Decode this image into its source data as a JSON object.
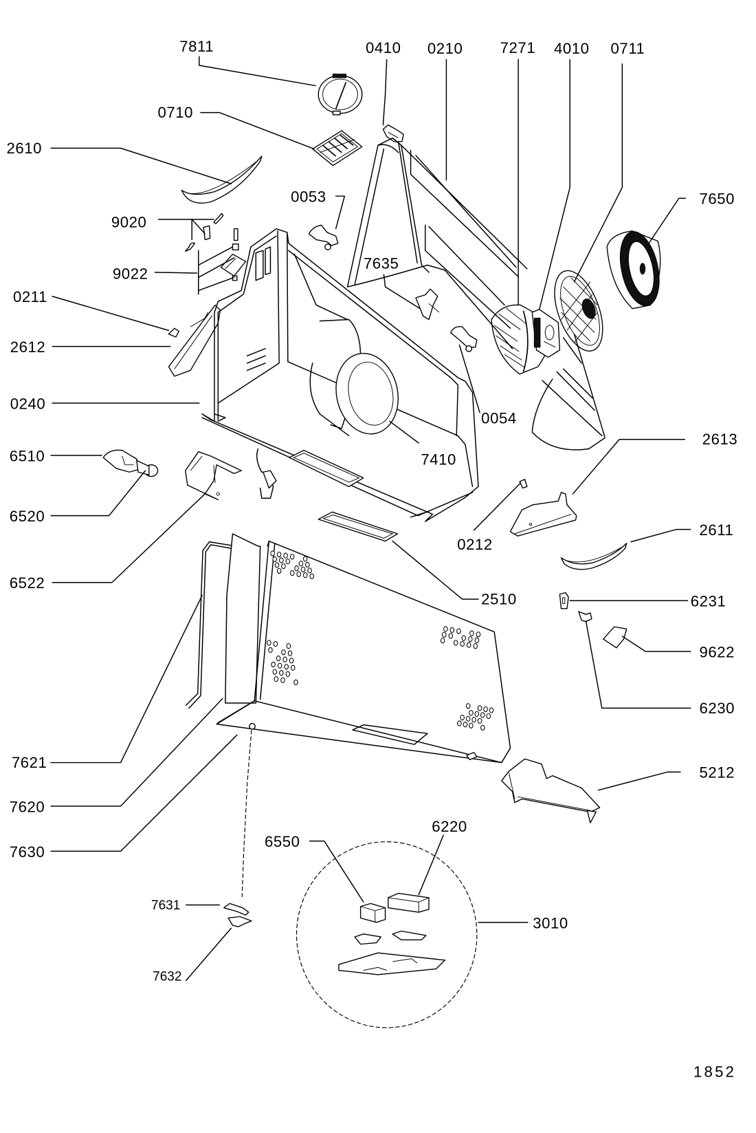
{
  "drawing_number": "1852",
  "diagram_type": "exploded parts view - cooker hood",
  "line_color": "#000000",
  "background_color": "#ffffff",
  "parts": {
    "p7811": "7811",
    "p0410": "0410",
    "p0210": "0210",
    "p7271": "7271",
    "p4010": "4010",
    "p0711": "0711",
    "p0710": "0710",
    "p2610": "2610",
    "p7650": "7650",
    "p0053": "0053",
    "p9020": "9020",
    "p7635": "7635",
    "p9022": "9022",
    "p0211": "0211",
    "p2612": "2612",
    "p0054": "0054",
    "p0240": "0240",
    "p7410": "7410",
    "p2613": "2613",
    "p6510": "6510",
    "p6520": "6520",
    "p0212": "0212",
    "p2611": "2611",
    "p6522": "6522",
    "p2510": "2510",
    "p6231": "6231",
    "p9622": "9622",
    "p6230": "6230",
    "p7621": "7621",
    "p7620": "7620",
    "p5212": "5212",
    "p7630": "7630",
    "p6550": "6550",
    "p6220": "6220",
    "p7631": "7631",
    "p3010": "3010",
    "p7632": "7632"
  }
}
